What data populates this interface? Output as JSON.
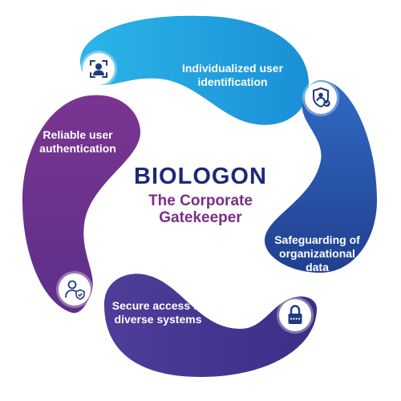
{
  "title": "BIOLOGON",
  "subtitle": "The Corporate Gatekeeper",
  "segments": [
    {
      "label": "Individualized user identification",
      "icon": "face-scan-icon",
      "color_start": "#2bb5e8",
      "color_end": "#1a8fd6"
    },
    {
      "label": "Safeguarding of organizational data",
      "icon": "shield-user-icon",
      "color_start": "#2f6bc4",
      "color_end": "#223f8f"
    },
    {
      "label": "Secure access to diverse systems",
      "icon": "padlock-icon",
      "color_start": "#4f3d9a",
      "color_end": "#3a2f86"
    },
    {
      "label": "Reliable user authentication",
      "icon": "user-verified-icon",
      "color_start": "#7a3590",
      "color_end": "#5d2f8c"
    }
  ],
  "colors": {
    "title": "#1c2a78",
    "subtitle": "#7a2f85",
    "label_text": "#ffffff",
    "icon_stroke": "#1e3b80"
  }
}
